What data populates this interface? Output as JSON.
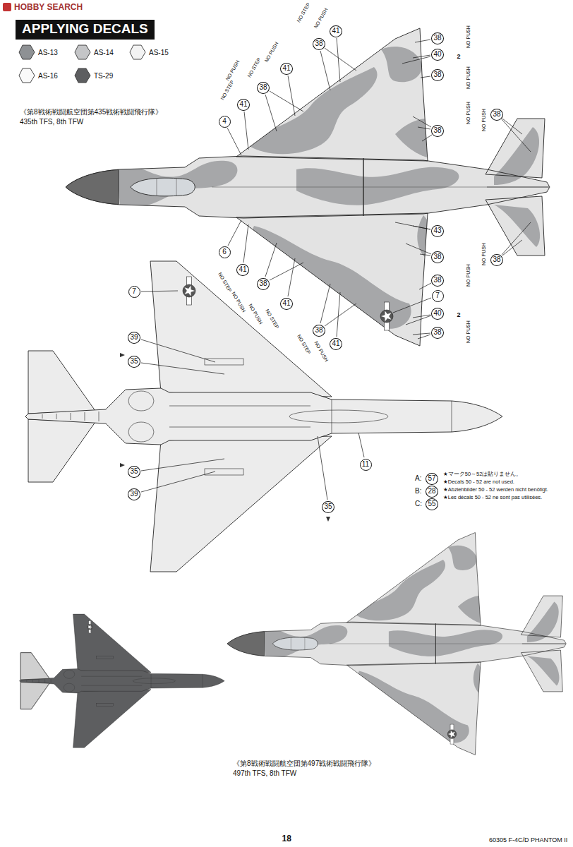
{
  "diagram": {
    "title": "APPLYING DECALS",
    "nodes": [
      {
        "text": [
          "41"
        ]
      },
      {
        "text": [
          "38"
        ]
      },
      {
        "text": [
          "38"
        ]
      },
      {
        "text": [
          "40"
        ]
      },
      {
        "text": [
          "41"
        ]
      },
      {
        "text": [
          "38"
        ]
      },
      {
        "text": [
          "38"
        ]
      },
      {
        "text": [
          "41"
        ]
      },
      {
        "text": [
          "38"
        ]
      },
      {
        "text": [
          "4"
        ]
      },
      {
        "text": [
          "38"
        ]
      },
      {
        "text": [
          "43"
        ]
      },
      {
        "text": [
          "6"
        ]
      },
      {
        "text": [
          "38"
        ]
      },
      {
        "text": [
          "38"
        ]
      },
      {
        "text": [
          "41"
        ]
      },
      {
        "text": [
          "38"
        ]
      },
      {
        "text": [
          "38"
        ]
      },
      {
        "text": [
          "7"
        ]
      },
      {
        "text": [
          "41"
        ]
      },
      {
        "text": [
          "40"
        ]
      },
      {
        "text": [
          "38"
        ]
      },
      {
        "text": [
          "38"
        ]
      },
      {
        "text": [
          "41"
        ]
      },
      {
        "text": [
          "7"
        ]
      },
      {
        "text": [
          "39"
        ]
      },
      {
        "text": [
          "35"
        ]
      },
      {
        "text": [
          "11"
        ]
      },
      {
        "text": [
          "35"
        ]
      },
      {
        "text": [
          "39"
        ]
      },
      {
        "text": [
          "57"
        ]
      },
      {
        "text": [
          "28"
        ]
      },
      {
        "text": [
          "55"
        ]
      },
      {
        "text": [
          "35"
        ]
      }
    ],
    "labels": [
      "HOBBY SEARCH",
      "《第8戦術戦闘航空団第435戦術戦闘飛行隊》",
      "435th TFS, 8th TFW",
      "NO STEP",
      "NO PUSH",
      "NO PUSH",
      "NO STEP",
      "NO PUSH",
      "NO STEP",
      "NO PUSH",
      "2",
      "NO PUSH",
      "NO PUSH",
      "NO PUSH",
      "NO PUSH",
      "NO PUSH",
      "NO STEP",
      "NO PUSH",
      "NO PUSH",
      "NO STEP",
      "2",
      "NO PUSH",
      "NO STEP",
      "NO PUSH",
      "★マーク50～52は貼りません。",
      "★Decals 50 - 52 are not used.",
      "★Abziehbilder 50 - 52 werden nicht benötigt.",
      "★Les décals 50 - 52 ne sont pas utilisées.",
      "A:",
      "B:",
      "C:",
      "《第8戦術戦闘航空団第497戦術戦闘飛行隊》",
      "497th TFS, 8th TFW",
      "18",
      "60305 F-4C/D PHANTOM II"
    ],
    "legend": [
      {
        "text": "AS-13",
        "color": "#8e9194"
      },
      {
        "text": "AS-14",
        "color": "#c4c5c7"
      },
      {
        "text": "AS-15",
        "color": "#f3f3f3"
      },
      {
        "text": "AS-16",
        "color": "#fafafa"
      },
      {
        "text": "TS-29",
        "color": "#5d5e60"
      }
    ]
  }
}
